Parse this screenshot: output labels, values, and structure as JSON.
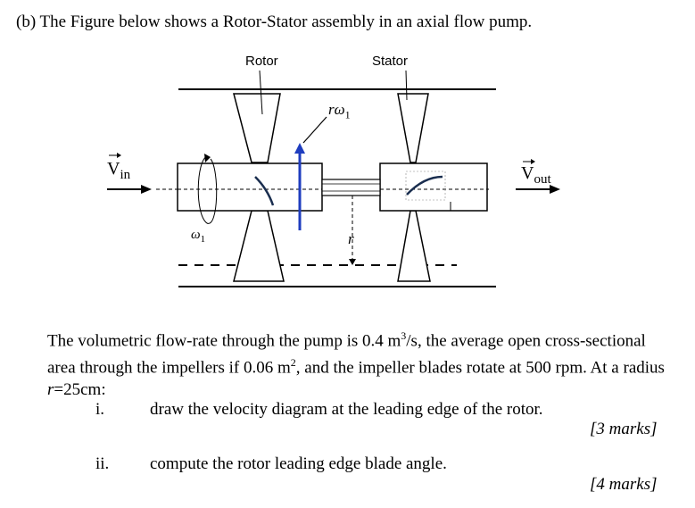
{
  "heading": "(b) The Figure below shows a Rotor-Stator assembly in an axial flow pump.",
  "figure": {
    "rotor_label": "Rotor",
    "stator_label": "Stator",
    "v_in_symbol": "V",
    "v_in_subscript": "in",
    "v_out_symbol": "V",
    "v_out_subscript": "out",
    "r_omega_label": "rω",
    "r_omega_subscript": "1",
    "omega_label": "ω",
    "omega_subscript": "1",
    "r_label": "r"
  },
  "problem": {
    "intro_1": "The volumetric flow-rate through the pump is 0.4 m",
    "intro_sup_1": "3",
    "intro_2": "/s, the average open cross-sectional area through the impellers if 0.06 m",
    "intro_sup_2": "2",
    "intro_3": ", and the impeller blades rotate at 500 rpm. At a radius ",
    "intro_r": "r",
    "intro_4": "=25cm:"
  },
  "items": [
    {
      "number": "i.",
      "text": "draw the velocity diagram at the leading edge of the rotor.",
      "marks": "[3 marks]"
    },
    {
      "number": "ii.",
      "text": "compute the rotor leading edge blade angle.",
      "marks": "[4 marks]"
    }
  ],
  "colors": {
    "text": "#000000",
    "rotation_vector": "#1f3dbf",
    "line": "#000000"
  }
}
